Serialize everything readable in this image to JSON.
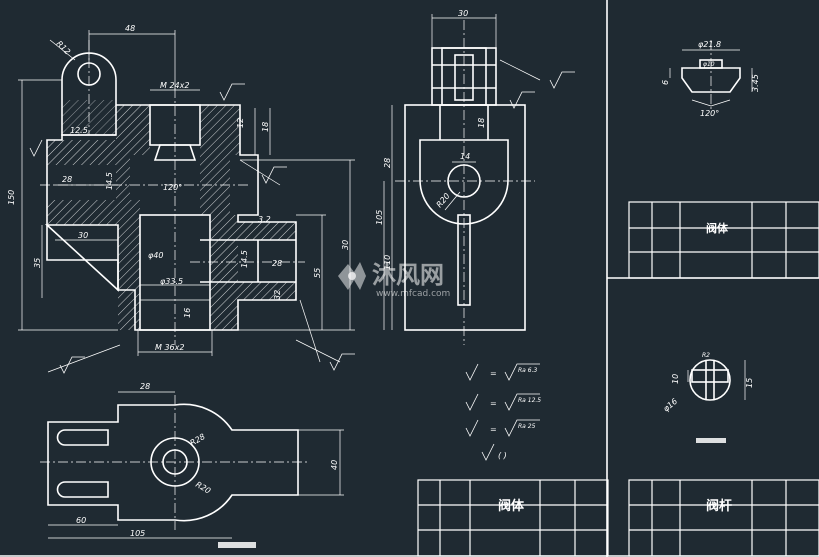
{
  "dims": {
    "front": {
      "top_width": "48",
      "thread_top": "M 24x2",
      "height_total": "150",
      "left_28": "28",
      "d14_5": "14.5",
      "left_30": "30",
      "left_35": "35",
      "angle_120": "120°",
      "d12": "12",
      "d18": "18",
      "phi40": "φ40",
      "phi33_5": "φ33.5",
      "d16": "16",
      "d14_5b": "14.5",
      "d28b": "28",
      "r_32": "32",
      "d55": "55",
      "d30": "30",
      "thread_bottom": "M 36x2",
      "r12": "R12",
      "rough_a": "12.5",
      "rough_b": "3.2"
    },
    "side": {
      "top_width": "30",
      "d14": "14",
      "d18": "18",
      "d28": "28",
      "d105": "105",
      "d110": "110",
      "r20": "R20"
    },
    "top": {
      "d28": "28",
      "d60": "60",
      "d105": "105",
      "r28": "R28",
      "r20": "R20",
      "d40": "40"
    },
    "detail1": {
      "dia": "φ21.8",
      "dia2": "φ10",
      "d6": "6",
      "d3": "3.45",
      "angle": "120°"
    },
    "detail2": {
      "d15": "15",
      "d10": "10",
      "dia": "φ16",
      "top": "R2"
    }
  },
  "roughness": {
    "eq1": "=",
    "eq2": "=",
    "eq3": "=",
    "eq4": "(  )",
    "v1": "Ra 6.3",
    "v2": "Ra 12.5",
    "v3": "Ra 25"
  },
  "watermark": {
    "brand": "沐风网",
    "url": "www.mfcad.com"
  },
  "title_blocks": {
    "tb1_name": "阀体",
    "tb2_name": "阀体",
    "tb3_name": "阀杆"
  }
}
